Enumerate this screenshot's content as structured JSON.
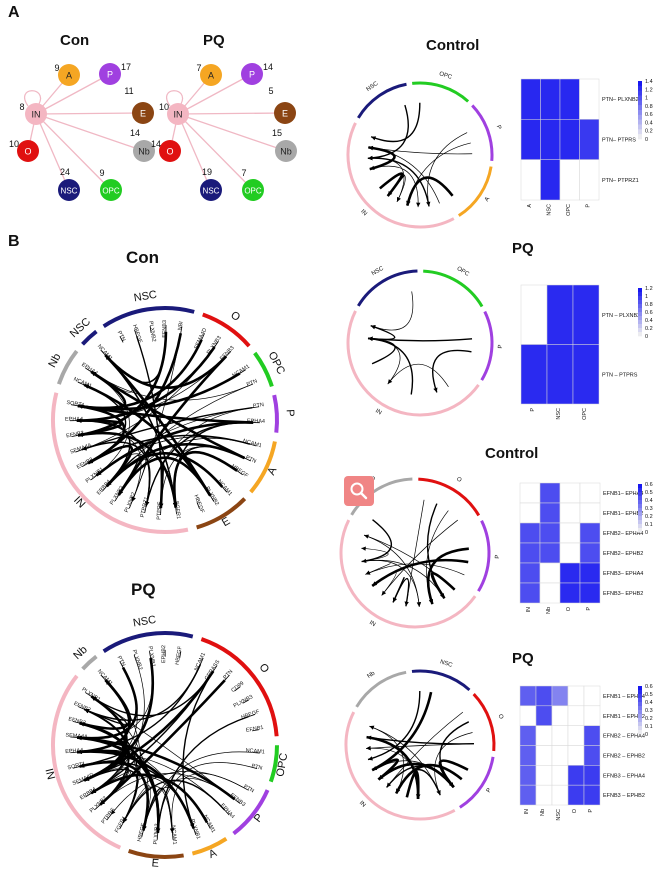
{
  "panels": {
    "a": "A",
    "b": "B"
  },
  "titles": {
    "con_top": "Con",
    "pq_top": "PQ",
    "control_top": "Control",
    "pq_mid": "PQ",
    "con_big": "Con",
    "control_ephrin": "Control",
    "pq_big": "PQ",
    "pq_ephrin": "PQ"
  },
  "colors": {
    "A": "#f5a623",
    "P": "#a040e0",
    "E": "#8b4513",
    "Nb": "#a8a8a8",
    "OPC": "#22cc22",
    "NSC": "#1a1a7a",
    "O": "#e01010",
    "IN": "#f4b6c2",
    "heat_hi": "#1818f0",
    "heat_lo": "#ffffff"
  },
  "networks": [
    {
      "id": "con",
      "nodes": [
        {
          "label": "IN",
          "count": "8"
        },
        {
          "label": "A",
          "count": "9"
        },
        {
          "label": "P",
          "count": "17"
        },
        {
          "label": "E",
          "count": "11"
        },
        {
          "label": "Nb",
          "count": "14"
        },
        {
          "label": "OPC",
          "count": "9"
        },
        {
          "label": "NSC",
          "count": "24"
        },
        {
          "label": "O",
          "count": "10"
        }
      ]
    },
    {
      "id": "pq",
      "nodes": [
        {
          "label": "IN",
          "count": "10"
        },
        {
          "label": "A",
          "count": "7"
        },
        {
          "label": "P",
          "count": "14"
        },
        {
          "label": "E",
          "count": "5"
        },
        {
          "label": "Nb",
          "count": "15"
        },
        {
          "label": "OPC",
          "count": "7"
        },
        {
          "label": "NSC",
          "count": "19"
        },
        {
          "label": "O",
          "count": "14"
        }
      ]
    }
  ],
  "chords": {
    "con_big": {
      "groups": [
        {
          "name": "NSC",
          "genes": [
            "PTN",
            "HBEGF",
            "PLXNB2",
            "EFNB3",
            "NBI"
          ]
        },
        {
          "name": "O",
          "genes": [
            "SEMA4D",
            "PLXNB3",
            "EFNB3"
          ]
        },
        {
          "name": "OPC",
          "genes": [
            "NCAM1",
            "PTN"
          ]
        },
        {
          "name": "P",
          "genes": [
            "PTN",
            "EPHA4"
          ]
        },
        {
          "name": "A",
          "genes": [
            "NCAM1",
            "PTN",
            "HBEGF"
          ]
        },
        {
          "name": "E",
          "genes": [
            "NCAM1",
            "PLXNB2",
            "HBEGF"
          ]
        },
        {
          "name": "IN",
          "genes": [
            "FGFR1",
            "PTPRS",
            "PTPRZ1",
            "PLXNB2",
            "PLXNB3",
            "ERBB4",
            "PLXNB1",
            "EFNB2",
            "SEMA4A",
            "EFNB3",
            "EPHA4",
            "SORT1"
          ]
        },
        {
          "name": "Nb",
          "genes": [
            "NCAM1",
            "EPHA4"
          ]
        },
        {
          "name": "NSC2",
          "genes": [
            "NCAM1"
          ]
        }
      ]
    },
    "pq_big": {
      "groups": [
        {
          "name": "NSC",
          "genes": [
            "PTN",
            "PLXNB2",
            "PLXNB1",
            "EPHB2",
            "HBEGF"
          ]
        },
        {
          "name": "O",
          "genes": [
            "NCAM1",
            "GPRASS",
            "PTN",
            "CD99",
            "PLXNB3",
            "HBEGF",
            "EFNB1"
          ]
        },
        {
          "name": "OPC",
          "genes": [
            "NCAM1",
            "PTN"
          ]
        },
        {
          "name": "P",
          "genes": [
            "PTN",
            "EFNB3",
            "EPHA4"
          ]
        },
        {
          "name": "A",
          "genes": [
            "NCAM1",
            "PLXNB1"
          ]
        },
        {
          "name": "E",
          "genes": [
            "NCAM1",
            "PLXNB2",
            "HBEGF"
          ]
        },
        {
          "name": "IN",
          "genes": [
            "FGFR1",
            "PTPRS",
            "PLXNB2",
            "ERBB4",
            "SEMA4D",
            "SORT1",
            "EPHA4",
            "SEMA4A",
            "EFNB3",
            "EFNB2",
            "PLXNB1"
          ]
        },
        {
          "name": "Nb",
          "genes": [
            "NCAM1"
          ]
        }
      ]
    },
    "small": [
      {
        "id": "control_top",
        "groups": [
          "NSC",
          "OPC",
          "P",
          "A",
          "IN"
        ]
      },
      {
        "id": "pq_mid",
        "groups": [
          "NSC",
          "OPC",
          "P",
          "IN"
        ]
      },
      {
        "id": "control_ephrin",
        "groups": [
          "Nb",
          "O",
          "P",
          "IN"
        ]
      },
      {
        "id": "pq_ephrin",
        "groups": [
          "Nb",
          "NSC",
          "O",
          "P",
          "IN"
        ]
      }
    ]
  },
  "chart_data": [
    {
      "type": "heatmap",
      "id": "control_top_heat",
      "rows": [
        "PTN– PLXNB2",
        "PTN– PTPRS",
        "PTN– PTPRZ1"
      ],
      "cols": [
        "A",
        "NSC",
        "OPC",
        "P"
      ],
      "values": [
        [
          1.3,
          1.3,
          1.3,
          0
        ],
        [
          1.3,
          1.3,
          1.3,
          1.2
        ],
        [
          0,
          1.3,
          0,
          0
        ]
      ],
      "legend_ticks": [
        "1.4",
        "1.2",
        "1",
        "0.8",
        "0.6",
        "0.4",
        "0.2",
        "0"
      ],
      "max": 1.4
    },
    {
      "type": "heatmap",
      "id": "pq_mid_heat",
      "rows": [
        "PTN – PLXNB2",
        "PTN – PTPRS"
      ],
      "cols": [
        "P",
        "NSC",
        "OPC"
      ],
      "values": [
        [
          0,
          1.15,
          1.15
        ],
        [
          1.15,
          1.15,
          1.15
        ]
      ],
      "legend_ticks": [
        "1.2",
        "1",
        "0.8",
        "0.6",
        "0.4",
        "0.2",
        "0"
      ],
      "max": 1.25
    },
    {
      "type": "heatmap",
      "id": "control_ephrin_heat",
      "rows": [
        "EFNB1– EPHA4",
        "EFNB1– EPHB2",
        "EFNB2– EPHA4",
        "EFNB2– EPHB2",
        "EFNB3– EPHA4",
        "EFNB3– EPHB2"
      ],
      "cols": [
        "IN",
        "Nb",
        "O",
        "P"
      ],
      "values": [
        [
          0,
          0.5,
          0,
          0
        ],
        [
          0,
          0.5,
          0,
          0
        ],
        [
          0.5,
          0.5,
          0,
          0.5
        ],
        [
          0.5,
          0.5,
          0,
          0.5
        ],
        [
          0.5,
          0,
          0.6,
          0.6
        ],
        [
          0.5,
          0,
          0.6,
          0.6
        ]
      ],
      "legend_ticks": [
        "0.6",
        "0.5",
        "0.4",
        "0.3",
        "0.2",
        "0.1",
        "0"
      ],
      "max": 0.65
    },
    {
      "type": "heatmap",
      "id": "pq_ephrin_heat",
      "rows": [
        "EFNB1 – EPHA4",
        "EFNB1 – EPHB2",
        "EFNB2 – EPHA4",
        "EFNB2 – EPHB2",
        "EFNB3 – EPHA4",
        "EFNB3 – EPHB2"
      ],
      "cols": [
        "IN",
        "Nb",
        "NSC",
        "O",
        "P"
      ],
      "values": [
        [
          0.45,
          0.5,
          0.35,
          0,
          0
        ],
        [
          0,
          0.5,
          0,
          0,
          0
        ],
        [
          0.45,
          0,
          0,
          0,
          0.5
        ],
        [
          0.45,
          0,
          0,
          0,
          0.5
        ],
        [
          0.45,
          0,
          0,
          0.55,
          0.55
        ],
        [
          0.45,
          0,
          0,
          0.55,
          0.55
        ]
      ],
      "legend_ticks": [
        "0.6",
        "0.5",
        "0.4",
        "0.3",
        "0.2",
        "0.1",
        "0"
      ],
      "max": 0.65
    }
  ]
}
